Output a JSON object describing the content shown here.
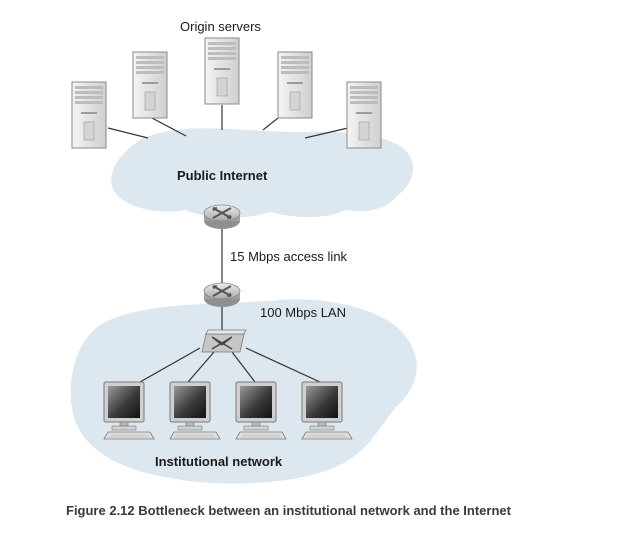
{
  "labels": {
    "origin_servers": "Origin servers",
    "public_internet": "Public Internet",
    "access_link": "15 Mbps access link",
    "lan": "100 Mbps LAN",
    "institutional_network": "Institutional network"
  },
  "caption": "Figure 2.12 Bottleneck between an institutional network and the Internet",
  "colors": {
    "cloud": "#dde7ef",
    "server_body": "#e9e9e9",
    "router": "#cfcfcf",
    "link": "#333333"
  }
}
